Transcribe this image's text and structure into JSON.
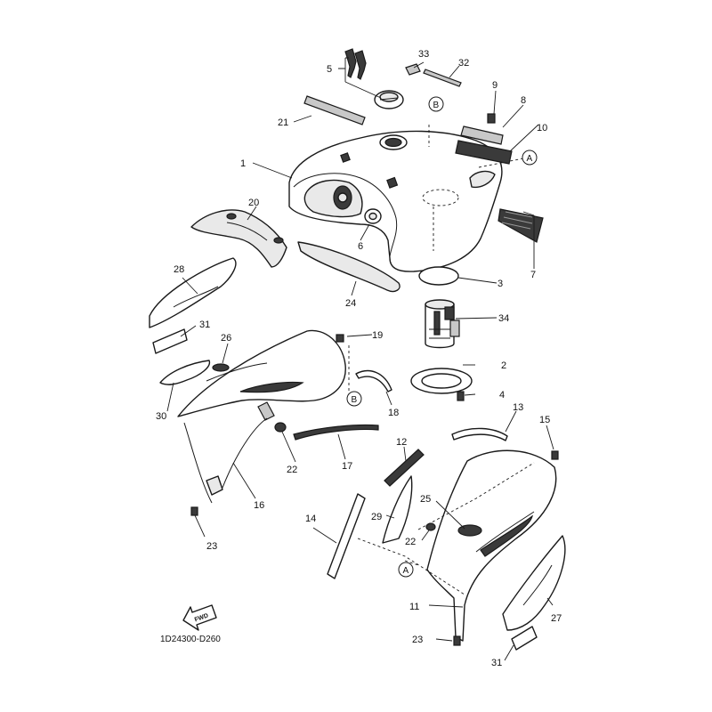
{
  "diagram": {
    "drawing_code": "1D24300-D260",
    "fwd_label": "FWD",
    "ref_labels": [
      "A",
      "B"
    ],
    "callouts": [
      "1",
      "2",
      "3",
      "4",
      "5",
      "6",
      "7",
      "8",
      "9",
      "10",
      "11",
      "12",
      "13",
      "14",
      "15",
      "16",
      "17",
      "18",
      "19",
      "20",
      "21",
      "22",
      "23",
      "24",
      "25",
      "26",
      "27",
      "28",
      "29",
      "30",
      "31",
      "32",
      "33",
      "34"
    ]
  }
}
